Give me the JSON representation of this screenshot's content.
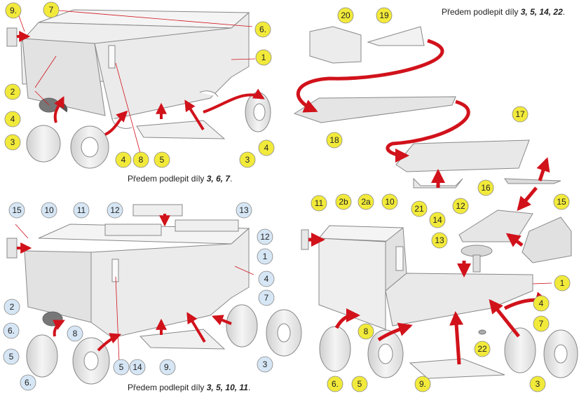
{
  "captions": {
    "top_right": {
      "text": "Předem podlepit díly ",
      "parts": "3, 5, 14, 22",
      "end": "."
    },
    "top_left": {
      "text": "Předem podlepit díly ",
      "parts": "3, 6, 7",
      "end": "."
    },
    "bottom_left": {
      "text": "Předem podlepit díly ",
      "parts": "3, 5, 10, 11",
      "end": "."
    }
  },
  "colors": {
    "yellow_bubble": "#f2ea3a",
    "blue_bubble": "#d6e6f5",
    "arrow_red": "#d1121b",
    "part_fill": "#eeeeee",
    "part_stroke": "#888888"
  },
  "bubbles_top_left": [
    "9.",
    "7",
    "6.",
    "1",
    "2",
    "4",
    "3",
    "4",
    "8",
    "5",
    "3",
    "4"
  ],
  "bubbles_top_right": [
    "20",
    "19",
    "18",
    "17",
    "16",
    "21",
    "12",
    "15",
    "14",
    "13",
    "11",
    "2b",
    "2a",
    "10",
    "1",
    "4",
    "7",
    "22",
    "8",
    "6.",
    "5",
    "9.",
    "3"
  ],
  "bubbles_bottom_left": [
    "15",
    "10",
    "11",
    "12",
    "13",
    "12",
    "1",
    "4",
    "7",
    "2",
    "6.",
    "8",
    "5",
    "5",
    "14",
    "9.",
    "3",
    "6."
  ]
}
